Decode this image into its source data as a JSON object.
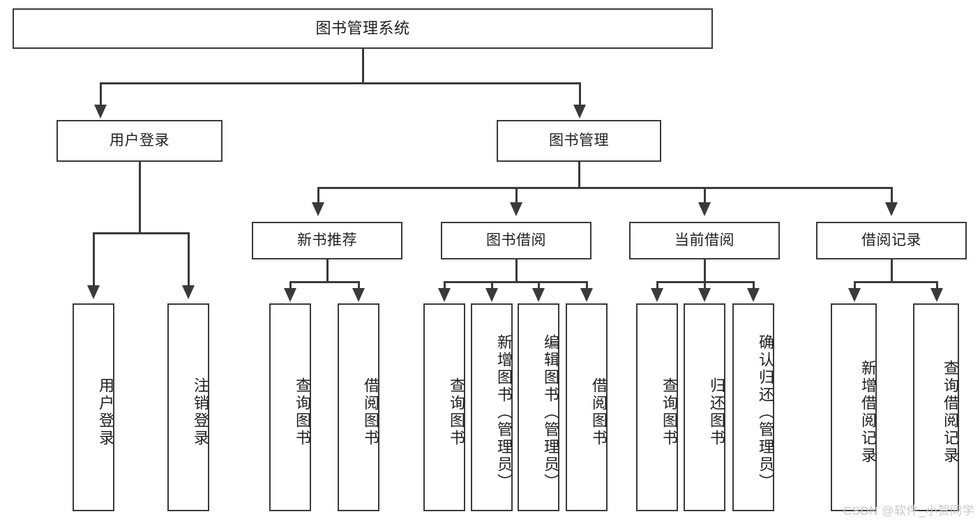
{
  "diagram": {
    "type": "tree-hierarchy-chart",
    "title": "图书管理系统",
    "root": {
      "label": "图书管理系统"
    },
    "level2": [
      {
        "label": "用户登录"
      },
      {
        "label": "图书管理"
      }
    ],
    "level3": [
      {
        "label": "新书推荐"
      },
      {
        "label": "图书借阅"
      },
      {
        "label": "当前借阅"
      },
      {
        "label": "借阅记录"
      }
    ],
    "leaves": {
      "user_login": [
        {
          "label": "用户登录"
        },
        {
          "label": "注销登录"
        }
      ],
      "new_book_recommend": [
        {
          "label": "查询图书"
        },
        {
          "label": "借阅图书"
        }
      ],
      "book_borrow": [
        {
          "label": "查询图书"
        },
        {
          "label": "新增图书（管理员）"
        },
        {
          "label": "编辑图书（管理员）"
        },
        {
          "label": "借阅图书"
        }
      ],
      "current_borrow": [
        {
          "label": "查询图书"
        },
        {
          "label": "归还图书"
        },
        {
          "label": "确认归还（管理员）"
        }
      ],
      "borrow_record": [
        {
          "label": "新增借阅记录"
        },
        {
          "label": "查询借阅记录"
        }
      ]
    }
  },
  "watermark": {
    "text": "CSDN @软件_小贺同学"
  },
  "colors": {
    "stroke": "#3a3a3a",
    "background": "#ffffff",
    "text": "#1f1f1f",
    "watermark": "#c9c9c9"
  }
}
